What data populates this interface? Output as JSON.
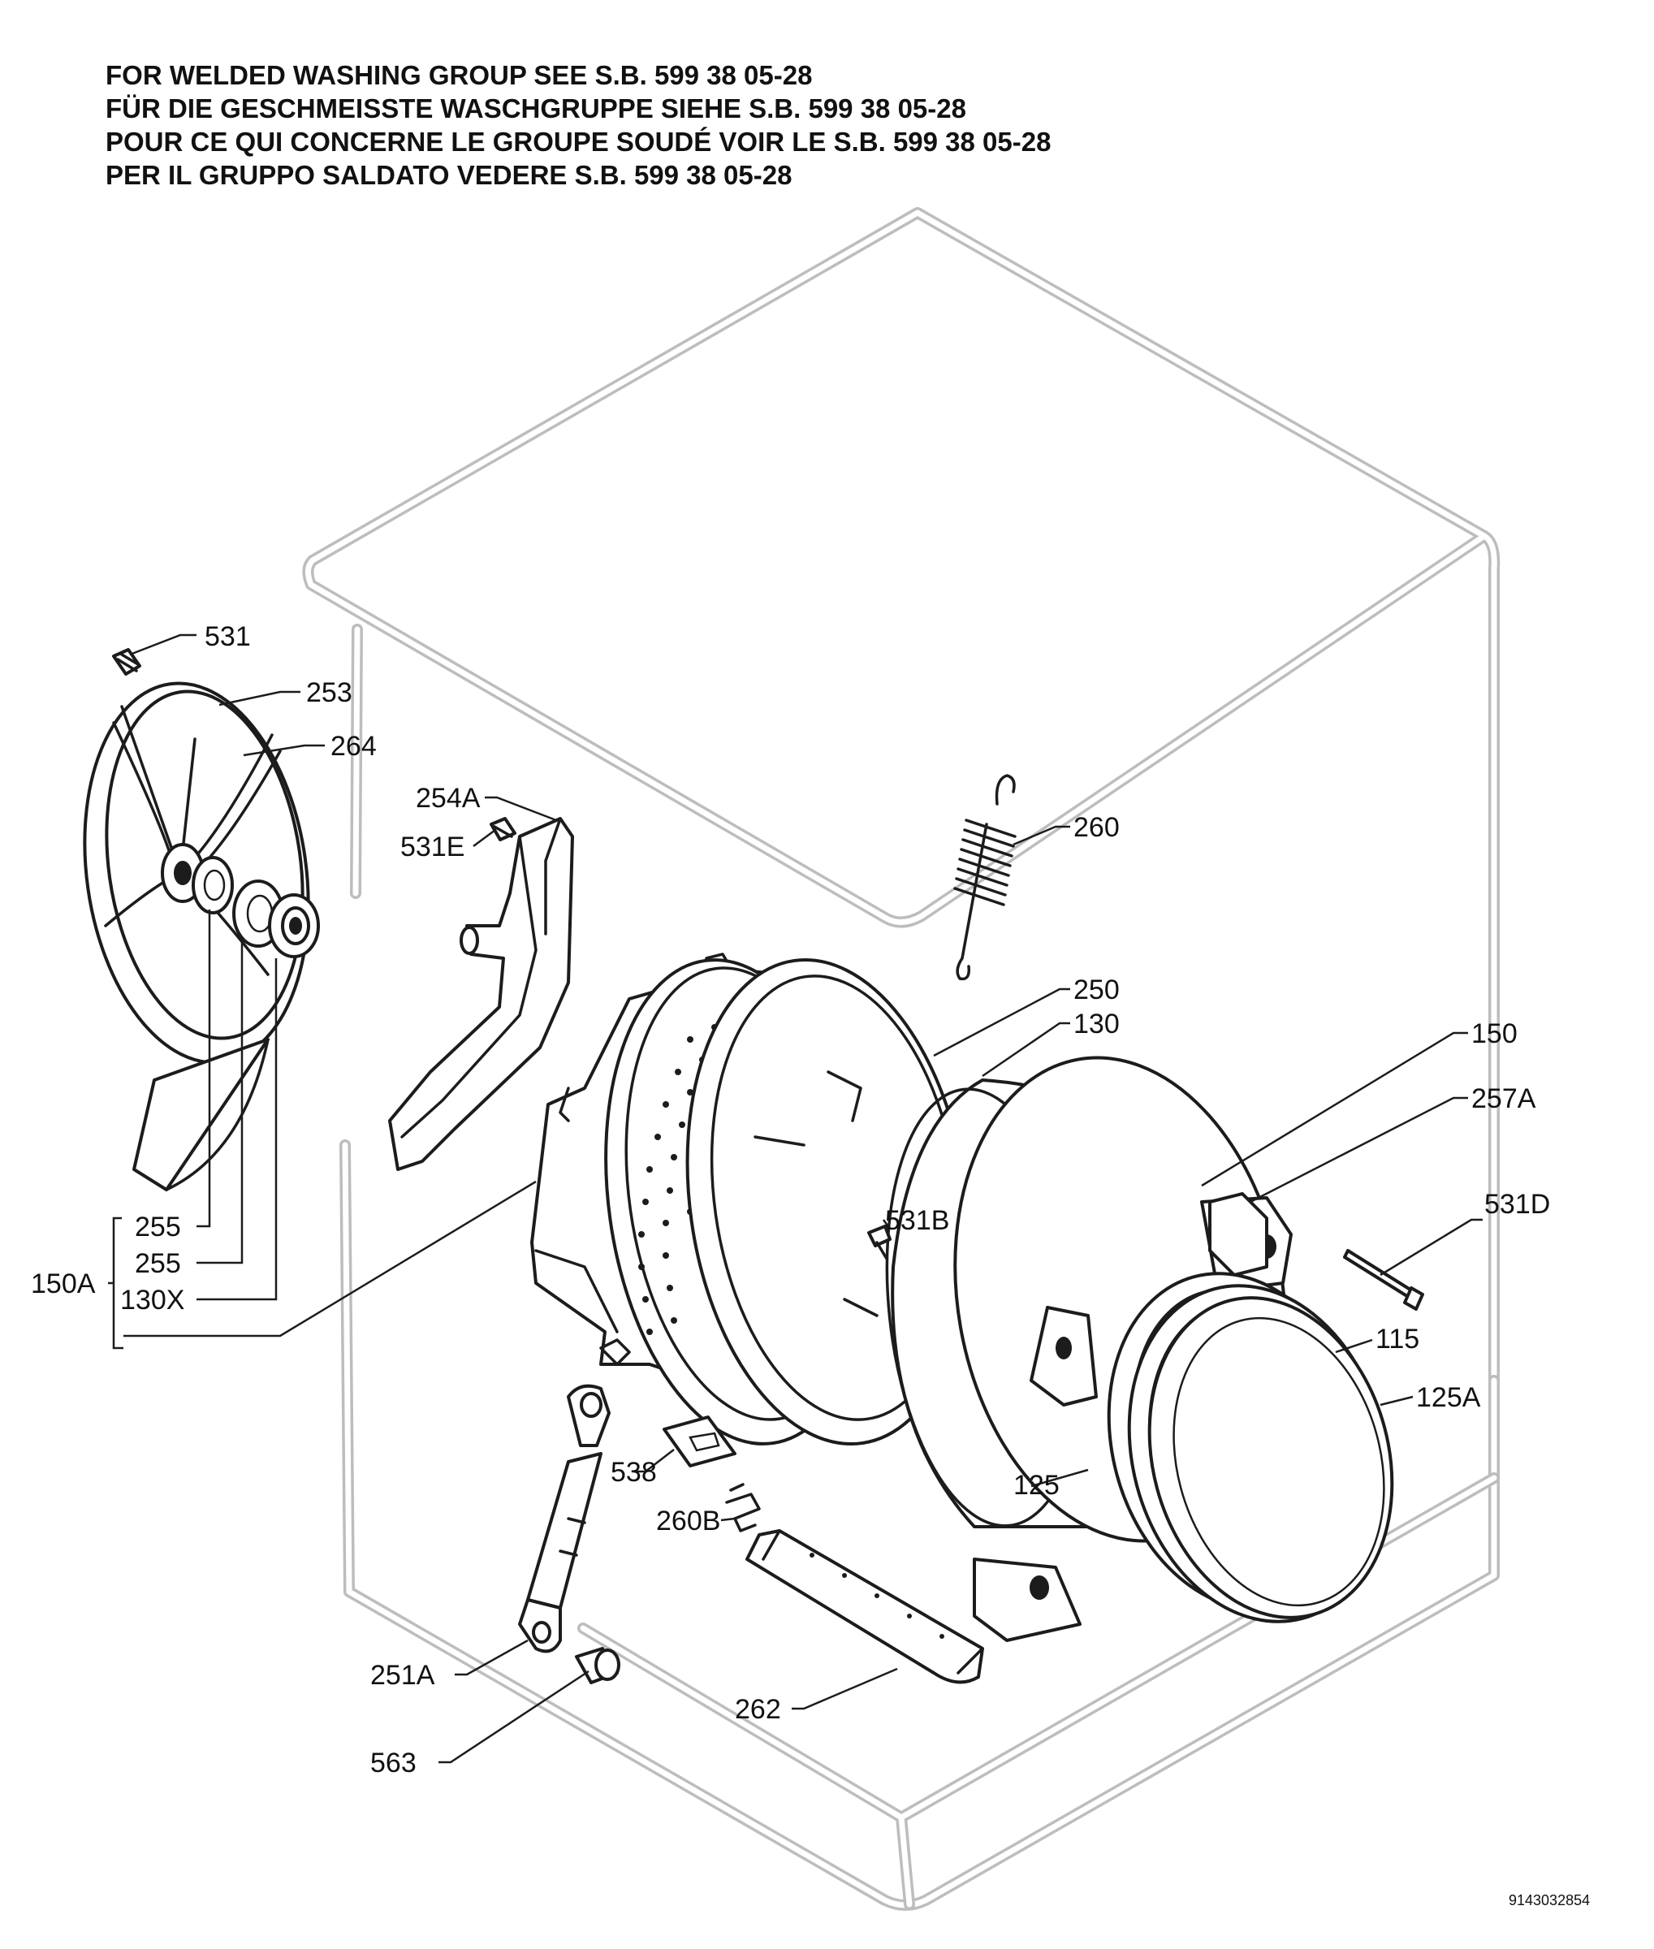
{
  "header_lines": [
    "FOR WELDED WASHING GROUP SEE S.B. 599 38 05-28",
    "FÜR DIE GESCHMEISSTE WASCHGRUPPE SIEHE S.B. 599 38 05-28",
    "POUR CE QUI CONCERNE LE GROUPE SOUDÉ VOIR LE S.B. 599 38 05-28",
    "PER IL GRUPPO SALDATO VEDERE S.B. 599 38 05-28"
  ],
  "callouts": {
    "p531": "531",
    "p253": "253",
    "p264": "264",
    "p254A": "254A",
    "p531E": "531E",
    "p260": "260",
    "p250": "250",
    "p130": "130",
    "p150": "150",
    "p257A": "257A",
    "p531D": "531D",
    "p531B": "531B",
    "p255a": "255",
    "p255b": "255",
    "p150A": "150A",
    "p130X": "130X",
    "p115": "115",
    "p125A": "125A",
    "p125": "125",
    "p538": "538",
    "p260B": "260B",
    "p251A": "251A",
    "p563": "563",
    "p262": "262"
  },
  "document_id": "9143032854"
}
